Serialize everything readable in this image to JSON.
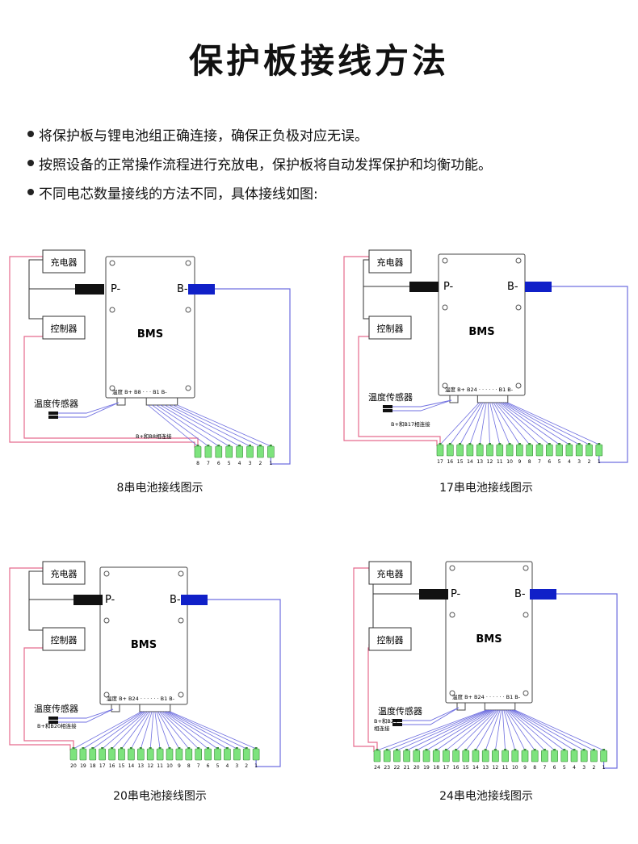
{
  "title": "保护板接线方法",
  "bullets": [
    "将保护板与锂电池组正确连接，确保正负极对应无误。",
    "按照设备的正常操作流程进行充放电，保护板将自动发挥保护和均衡功能。",
    "不同电芯数量接线的方法不同，具体接线如图:"
  ],
  "diagrams": [
    {
      "caption": "8串电池接线图示",
      "cells": 8,
      "charger": "充电器",
      "controller": "控制器",
      "bms": "BMS",
      "p_minus": "P-",
      "b_minus": "B-",
      "temp_sensor": "温度传感器",
      "port_label": "温度    B+ B8 · · ·    B1  B-",
      "link_note": "B+和B8相连接",
      "cell_numbers": [
        "8",
        "7",
        "6",
        "5",
        "4",
        "3",
        "2",
        "1"
      ]
    },
    {
      "caption": "17串电池接线图示",
      "cells": 17,
      "charger": "充电器",
      "controller": "控制器",
      "bms": "BMS",
      "p_minus": "P-",
      "b_minus": "B-",
      "temp_sensor": "温度传感器",
      "port_label": "温度 B+ B24  · · · · · ·  B1 B-",
      "link_note": "B+和B17相连接",
      "cell_numbers": [
        "17",
        "16",
        "15",
        "14",
        "13",
        "12",
        "11",
        "10",
        "9",
        "8",
        "7",
        "6",
        "5",
        "4",
        "3",
        "2",
        "1"
      ]
    },
    {
      "caption": "20串电池接线图示",
      "cells": 20,
      "charger": "充电器",
      "controller": "控制器",
      "bms": "BMS",
      "p_minus": "P-",
      "b_minus": "B-",
      "temp_sensor": "温度传感器",
      "port_label": "温度 B+ B24  · · · · · ·  B1 B-",
      "link_note": "B+和B20相连接",
      "cell_numbers": [
        "20",
        "19",
        "18",
        "17",
        "16",
        "15",
        "14",
        "13",
        "12",
        "11",
        "10",
        "9",
        "8",
        "7",
        "6",
        "5",
        "4",
        "3",
        "2",
        "1"
      ]
    },
    {
      "caption": "24串电池接线图示",
      "cells": 24,
      "charger": "充电器",
      "controller": "控制器",
      "bms": "BMS",
      "p_minus": "P-",
      "b_minus": "B-",
      "temp_sensor": "温度传感器",
      "port_label": "温度 B+ B24  · · · · · ·  B1 B-",
      "link_note_line1": "B+和B24",
      "link_note_line2": "相连接",
      "cell_numbers": [
        "24",
        "23",
        "22",
        "21",
        "20",
        "19",
        "18",
        "17",
        "16",
        "15",
        "14",
        "13",
        "12",
        "11",
        "10",
        "9",
        "8",
        "7",
        "6",
        "5",
        "4",
        "3",
        "2",
        "1"
      ]
    }
  ],
  "colors": {
    "pink_wire": "#e56a8d",
    "blue_wire": "#6f6fe0",
    "cell_green": "#7de37d",
    "b_minus_block": "#1020c8",
    "p_minus_block": "#111111"
  }
}
